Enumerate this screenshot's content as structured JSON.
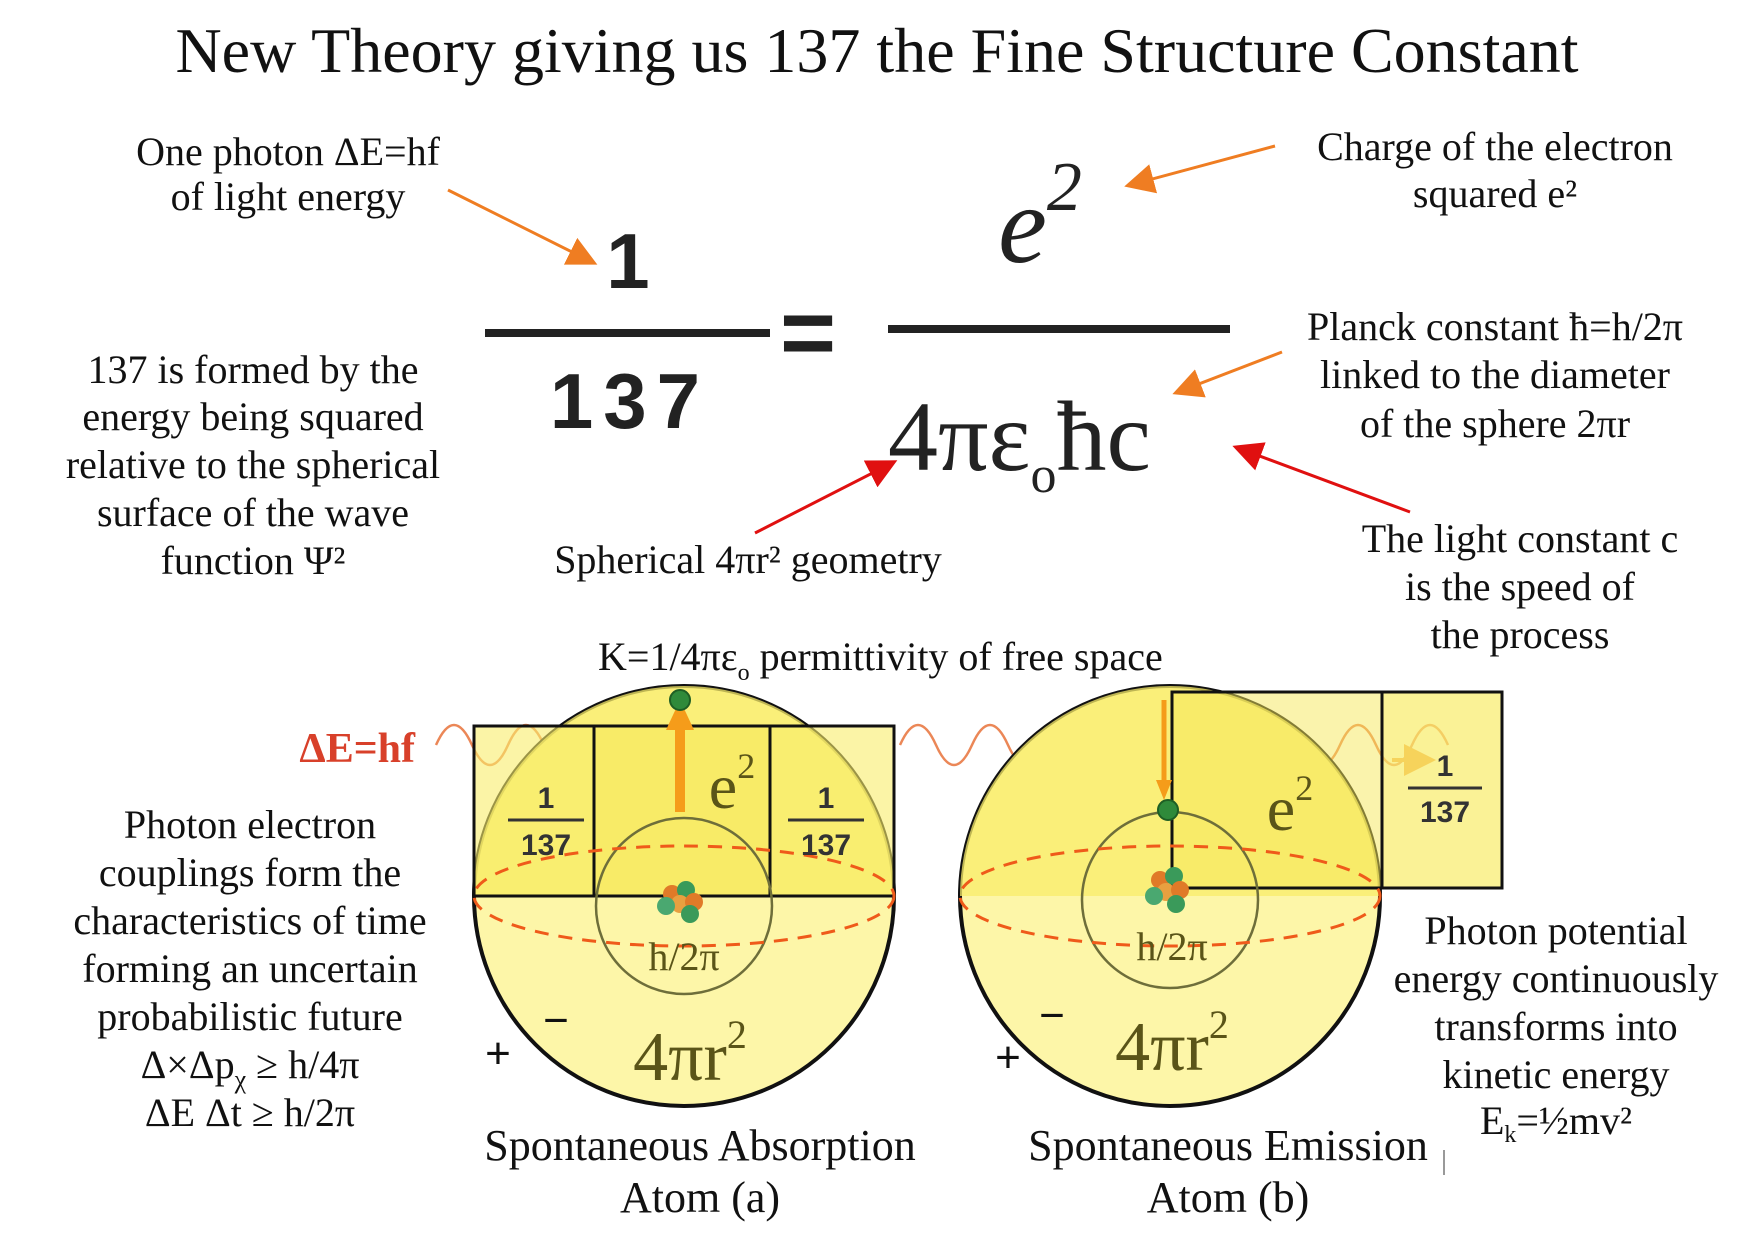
{
  "title": "New Theory giving us 137 the Fine Structure Constant",
  "equation": {
    "lhs_numerator": "1",
    "lhs_denominator": "137",
    "equals": "=",
    "rhs_numerator_base": "e",
    "rhs_numerator_exp": "2",
    "rhs_denominator_main": "4πε",
    "rhs_denominator_sub": "o",
    "rhs_denominator_end": "ħc"
  },
  "annotations": {
    "photon_energy": [
      "One photon ΔE=hf",
      "of light energy"
    ],
    "charge": [
      "Charge of the electron",
      "squared e²"
    ],
    "planck": [
      "Planck constant ħ=h/2π",
      "linked to the diameter",
      "of the sphere 2πr"
    ],
    "spherical": "Spherical 4πr² geometry",
    "light_constant": [
      "The light constant c",
      "is the speed of",
      "the process"
    ],
    "formed_137": [
      "137 is formed by the",
      "energy being squared",
      "relative to the spherical",
      "surface of the wave",
      "function Ψ²"
    ],
    "permittivity": "K=1/4πε",
    "permittivity_sub": "o",
    "permittivity_rest": " permittivity of free space",
    "delta_e_hf": "ΔE=hf",
    "couplings": [
      "Photon electron",
      "couplings form the",
      "characteristics of time",
      "forming an uncertain",
      "probabilistic future"
    ],
    "uncert_x": "Δ×Δp",
    "uncert_x_sub": "χ",
    "uncert_x_rest": " ≥ h/4π",
    "uncert_e": "ΔE Δt ≥ h/2π",
    "potential": [
      "Photon potential",
      "energy continuously",
      "transforms into",
      "kinetic energy"
    ],
    "kinetic_formula": "E",
    "kinetic_sub": "k",
    "kinetic_rest": "=½mv²"
  },
  "atom_a": {
    "caption": [
      "Spontaneous Absorption",
      "Atom (a)"
    ],
    "frac_num": "1",
    "frac_den": "137",
    "e2": "e",
    "e2_exp": "2",
    "h2pi": "h/2π",
    "area": "4πr",
    "area_exp": "2",
    "plus": "+",
    "minus": "−"
  },
  "atom_b": {
    "caption": [
      "Spontaneous Emission",
      "Atom (b)"
    ],
    "frac_num": "1",
    "frac_den": "137",
    "e2": "e",
    "e2_exp": "2",
    "h2pi": "h/2π",
    "area": "4πr",
    "area_exp": "2",
    "plus": "+",
    "minus": "−"
  },
  "colors": {
    "orange_arrow": "#ef7d22",
    "red_arrow": "#e01010",
    "sphere_fill": "#fdf6a8",
    "box_fill": "#f8ec6a",
    "dashed_equator": "#ef5a1a",
    "wave": "#e8723a",
    "red_label": "#d8402a",
    "olive_text": "#5a5418"
  }
}
